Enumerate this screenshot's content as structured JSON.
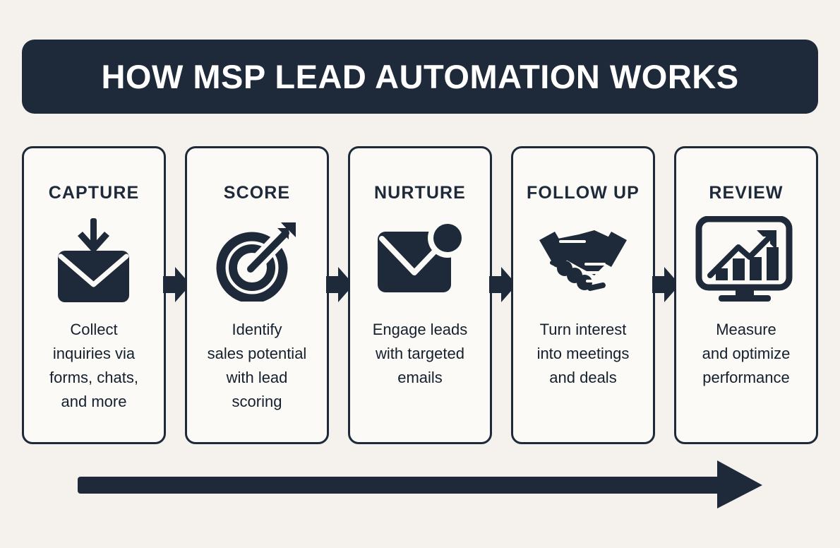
{
  "header": {
    "title": "HOW MSP LEAD AUTOMATION WORKS"
  },
  "colors": {
    "background": "#F5F2ED",
    "card_background": "#FBFAF7",
    "accent_dark": "#1E2A3A",
    "title_text": "#FFFFFF",
    "body_text": "#14202E"
  },
  "steps": [
    {
      "title": "CAPTURE",
      "icon": "envelope-download-icon",
      "description": "Collect\ninquiries via\nforms, chats,\nand more",
      "lines": [
        "Collect",
        "inquiries via",
        "forms, chats,",
        "and more"
      ]
    },
    {
      "title": "SCORE",
      "icon": "target-arrow-icon",
      "description": "Identify\nsales potential\nwith lead\nscoring",
      "lines": [
        "Identify",
        "sales potential",
        "with lead",
        "scoring"
      ]
    },
    {
      "title": "NURTURE",
      "icon": "envelope-notification-icon",
      "description": "Engage leads\nwith targeted\nemails",
      "lines": [
        "Engage leads",
        "with targeted",
        "emails"
      ]
    },
    {
      "title": "FOLLOW UP",
      "icon": "handshake-icon",
      "description": "Turn interest\ninto meetings\nand deals",
      "lines": [
        "Turn interest",
        "into meetings",
        "and deals"
      ]
    },
    {
      "title": "REVIEW",
      "icon": "monitor-chart-icon",
      "description": "Measure\nand optimize\nperformance",
      "lines": [
        "Measure",
        "and optimize",
        "performance"
      ]
    }
  ],
  "connectors": [
    {
      "icon": "arrow-right-icon"
    },
    {
      "icon": "arrow-right-icon"
    },
    {
      "icon": "arrow-right-icon"
    },
    {
      "icon": "arrow-right-icon"
    }
  ],
  "flow_arrow": {
    "icon": "long-arrow-right-icon",
    "direction": "right"
  }
}
